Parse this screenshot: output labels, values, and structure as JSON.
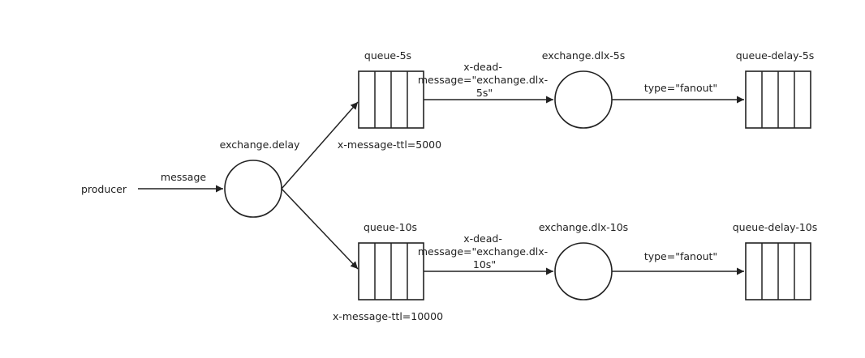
{
  "producer": {
    "label": "producer"
  },
  "message_edge": {
    "label": "message"
  },
  "exchange_delay": {
    "label": "exchange.delay"
  },
  "queue_5s": {
    "label": "queue-5s",
    "ttl": "x-message-ttl=5000",
    "dlx_label": [
      "x-dead-",
      "message=\"exchange.dlx-",
      "5s\""
    ]
  },
  "queue_10s": {
    "label": "queue-10s",
    "ttl": "x-message-ttl=10000",
    "dlx_label": [
      "x-dead-",
      "message=\"exchange.dlx-",
      "10s\""
    ]
  },
  "exchange_dlx_5s": {
    "label": "exchange.dlx-5s",
    "type_label": "type=\"fanout\""
  },
  "exchange_dlx_10s": {
    "label": "exchange.dlx-10s",
    "type_label": "type=\"fanout\""
  },
  "queue_delay_5s": {
    "label": "queue-delay-5s"
  },
  "queue_delay_10s": {
    "label": "queue-delay-10s"
  }
}
